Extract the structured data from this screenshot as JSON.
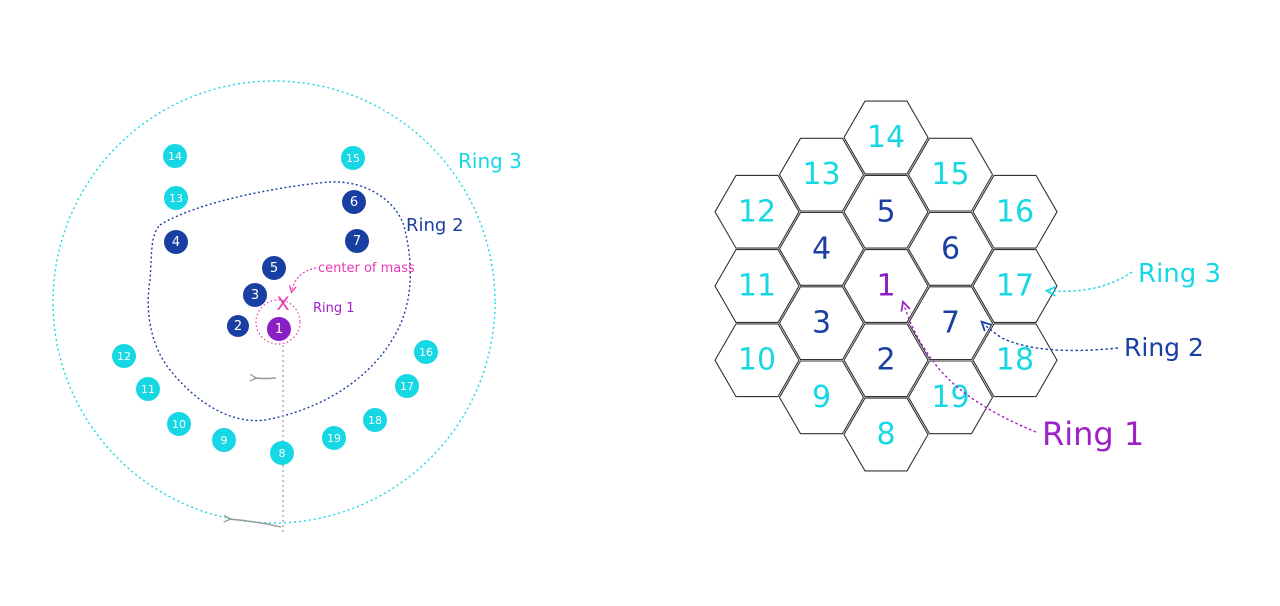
{
  "colors": {
    "ring1": "#8a1fc4",
    "ring2": "#1a3fa3",
    "ring3": "#16d8e4",
    "annotation": "#e83ab7",
    "guide": "#999999"
  },
  "left_diagram": {
    "ring3_label": "Ring 3",
    "ring2_label": "Ring 2",
    "ring1_label": "Ring 1",
    "center_label": "center of mass",
    "center_marker": "X",
    "dots": [
      {
        "id": "1",
        "ring": 1
      },
      {
        "id": "2",
        "ring": 2
      },
      {
        "id": "3",
        "ring": 2
      },
      {
        "id": "4",
        "ring": 2
      },
      {
        "id": "5",
        "ring": 2
      },
      {
        "id": "6",
        "ring": 2
      },
      {
        "id": "7",
        "ring": 2
      },
      {
        "id": "8",
        "ring": 3
      },
      {
        "id": "9",
        "ring": 3
      },
      {
        "id": "10",
        "ring": 3
      },
      {
        "id": "11",
        "ring": 3
      },
      {
        "id": "12",
        "ring": 3
      },
      {
        "id": "13",
        "ring": 3
      },
      {
        "id": "14",
        "ring": 3
      },
      {
        "id": "15",
        "ring": 3
      },
      {
        "id": "16",
        "ring": 3
      },
      {
        "id": "17",
        "ring": 3
      },
      {
        "id": "18",
        "ring": 3
      },
      {
        "id": "19",
        "ring": 3
      }
    ]
  },
  "right_diagram": {
    "ring3_label": "Ring 3",
    "ring2_label": "Ring 2",
    "ring1_label": "Ring 1",
    "hexes": [
      {
        "id": "1",
        "ring": 1
      },
      {
        "id": "2",
        "ring": 2
      },
      {
        "id": "3",
        "ring": 2
      },
      {
        "id": "4",
        "ring": 2
      },
      {
        "id": "5",
        "ring": 2
      },
      {
        "id": "6",
        "ring": 2
      },
      {
        "id": "7",
        "ring": 2
      },
      {
        "id": "8",
        "ring": 3
      },
      {
        "id": "9",
        "ring": 3
      },
      {
        "id": "10",
        "ring": 3
      },
      {
        "id": "11",
        "ring": 3
      },
      {
        "id": "12",
        "ring": 3
      },
      {
        "id": "13",
        "ring": 3
      },
      {
        "id": "14",
        "ring": 3
      },
      {
        "id": "15",
        "ring": 3
      },
      {
        "id": "16",
        "ring": 3
      },
      {
        "id": "17",
        "ring": 3
      },
      {
        "id": "18",
        "ring": 3
      },
      {
        "id": "19",
        "ring": 3
      }
    ]
  }
}
